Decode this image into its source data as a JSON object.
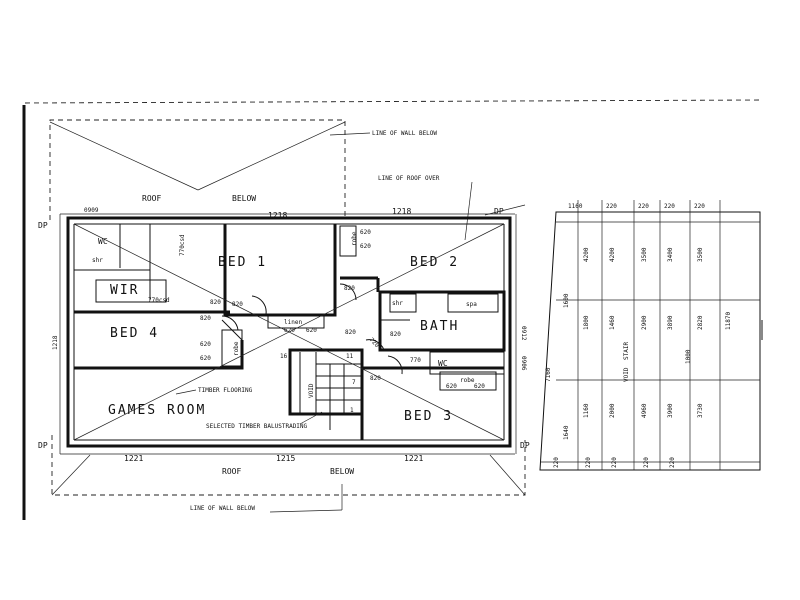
{
  "annotations": {
    "line_of_wall_below_top": "LINE OF WALL BELOW",
    "line_of_roof_over": "LINE OF ROOF OVER",
    "roof_below_top_left": "ROOF",
    "roof_below_top_right": "BELOW",
    "roof_below_bottom_left": "ROOF",
    "roof_below_bottom_right": "BELOW",
    "line_of_wall_below_bottom": "LINE OF WALL BELOW",
    "timber_flooring": "TIMBER FLOORING",
    "selected_timber_balustrading": "SELECTED TIMBER BALUSTRADING",
    "dp_top_left": "DP",
    "dp_top_right": "DP",
    "dp_bottom_left": "DP",
    "dp_bottom_right": "DP"
  },
  "rooms": {
    "bed1": "BED 1",
    "bed2": "BED 2",
    "bed3": "BED 3",
    "bed4": "BED 4",
    "games_room": "GAMES ROOM",
    "bath": "BATH",
    "wir": "WIR",
    "void": "VOID",
    "wc_left": "WC",
    "wc_right": "WC",
    "shr_left": "shr",
    "shr_bath": "shr",
    "spa": "spa",
    "linen": "linen",
    "robe_bed1": "robe",
    "robe_bed4": "robe",
    "robe_bed3": "robe"
  },
  "door_labels": {
    "d820_wir": "820",
    "d820_bed1": "820",
    "d820_bed2": "820",
    "d820_bed4": "820",
    "d820_bath": "820",
    "d820_bed3": "820",
    "d820_landing": "820",
    "d620_a": "620",
    "d620_b": "620",
    "d620_c": "620",
    "d620_d": "620",
    "d620_e": "620",
    "d620_f": "620",
    "d620_g": "620",
    "d620_h": "620",
    "d770_wc": "770",
    "d720": "720",
    "d770csd_a": "770csd",
    "d770csd_b": "770csd"
  },
  "dimensions": {
    "top_0909": "0909",
    "top_1218_a": "1218",
    "top_1218_b": "1218",
    "left_1218": "1218",
    "bottom_1221_left": "1221",
    "bottom_1215": "1215",
    "bottom_1221_right": "1221",
    "right_0912": "0912",
    "right_0906": "0906",
    "stair_16": "16",
    "stair_11": "11",
    "stair_7": "7",
    "stair_1": "1"
  },
  "dim_chain": {
    "top_labels": [
      "1160",
      "220",
      "220",
      "220",
      "220"
    ],
    "row_4200": [
      "4200",
      "4200",
      "3500",
      "3400",
      "3500"
    ],
    "row_2900": [
      "1800",
      "1460",
      "2900",
      "3890",
      "2820"
    ],
    "row_4960": [
      "1160",
      "2000",
      "4960",
      "3900",
      "3730"
    ],
    "bottom_labels": [
      "220",
      "220",
      "220",
      "220",
      "220"
    ],
    "total_left": "7160",
    "total_right": "11870",
    "row_void": "VOID",
    "row_stair": "STAIR",
    "row_1000": "1000",
    "row_1640": "1640",
    "row_1600": "1600"
  },
  "colors": {
    "ink": "#111111",
    "paper": "#ffffff"
  }
}
